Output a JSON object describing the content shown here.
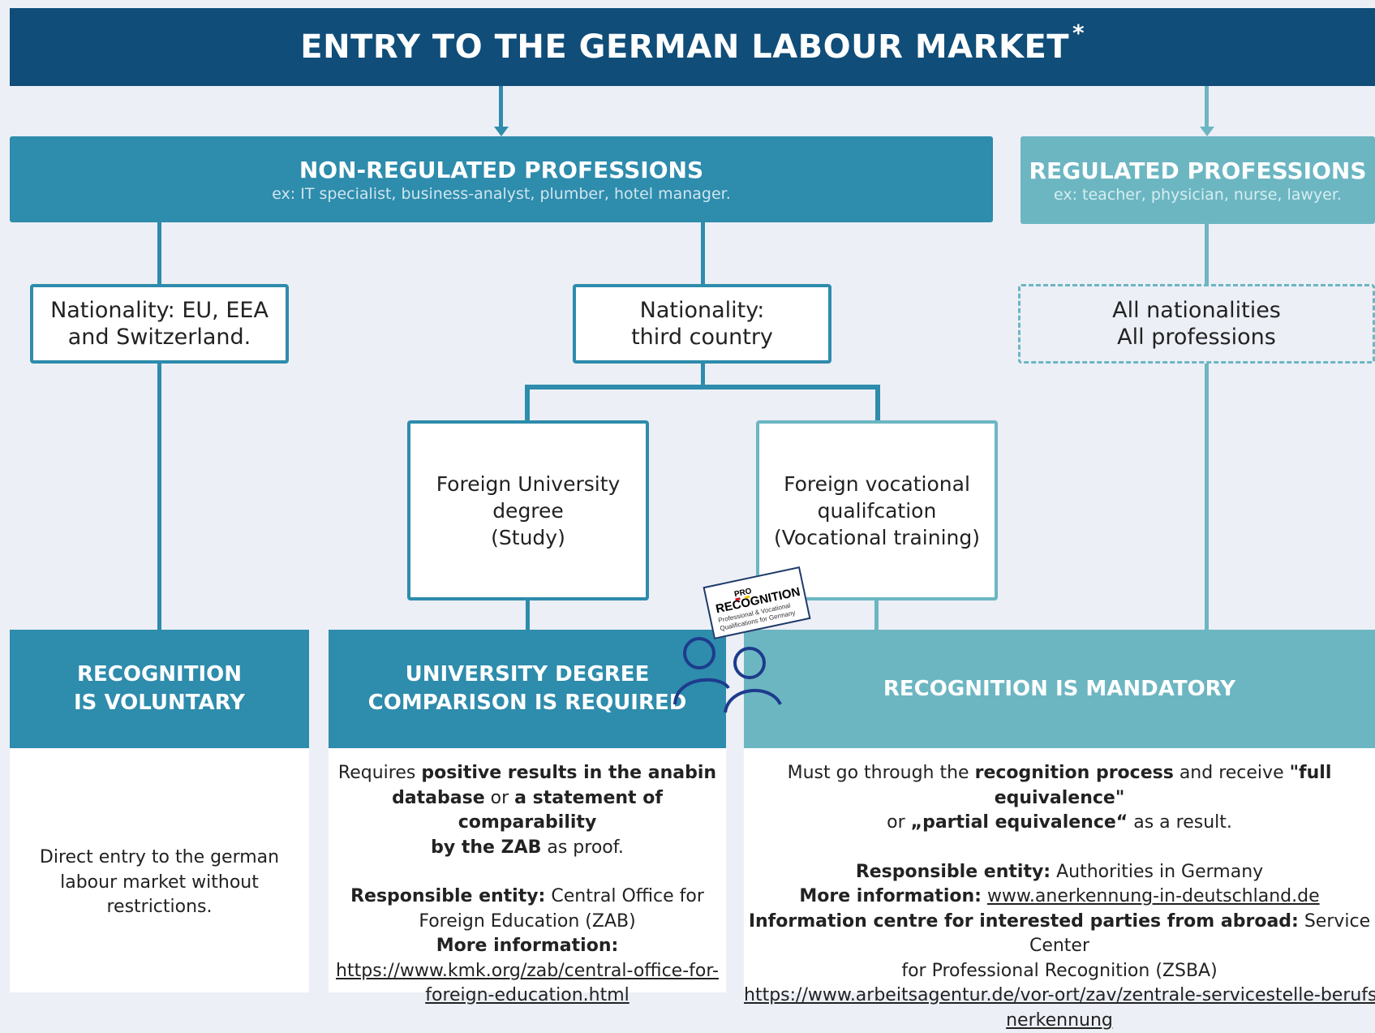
{
  "header": {
    "title": "ENTRY TO THE GERMAN LABOUR MARKET",
    "footnote_mark": "*"
  },
  "categories": {
    "non_regulated": {
      "title": "NON-REGULATED PROFESSIONS",
      "examples": "ex: IT specialist, business-analyst, plumber, hotel manager."
    },
    "regulated": {
      "title": "REGULATED PROFESSIONS",
      "examples": "ex: teacher, physician, nurse, lawyer."
    }
  },
  "nodes": {
    "eu_nationality": [
      "Nationality: EU, EEA",
      "and Switzerland."
    ],
    "third_country": [
      "Nationality:",
      "third country"
    ],
    "all_nationalities": [
      "All nationalities",
      "All professions"
    ],
    "university_degree": [
      "Foreign University",
      "degree",
      "(Study)"
    ],
    "vocational": [
      "Foreign vocational",
      "qualifcation",
      "(Vocational training)"
    ]
  },
  "outcomes": {
    "voluntary": {
      "title": [
        "RECOGNITION",
        "IS VOLUNTARY"
      ],
      "body": [
        "Direct entry to the german",
        "labour market without",
        "restrictions."
      ]
    },
    "university": {
      "title": [
        "UNIVERSITY DEGREE",
        "COMPARISON IS REQUIRED"
      ],
      "p1": {
        "a": "Requires ",
        "b": "positive results in the anabin",
        "c": "database",
        "d": " or ",
        "e": "a statement of comparability",
        "f": "by the ZAB",
        "g": " as proof."
      },
      "responsible_label": "Responsible entity:",
      "responsible_value_1": " Central Office for",
      "responsible_value_2": "Foreign Education (ZAB)",
      "more_info_label": "More information:",
      "link": [
        "https://www.kmk.org/zab/central-office-for-",
        "foreign-education.html"
      ]
    },
    "mandatory": {
      "title": "RECOGNITION IS MANDATORY",
      "p1": {
        "a": "Must go through the ",
        "b": "recognition process",
        "c": " and receive ",
        "d": "\"full equivalence\"",
        "e": "or ",
        "f": "„partial equivalence“",
        "g": " as a result."
      },
      "responsible_label": "Responsible entity:",
      "responsible_value": " Authorities in Germany",
      "more_info_label": "More information:",
      "more_info_link": "www.anerkennung-in-deutschland.de",
      "info_centre_label": "Information centre for interested parties from abroad:",
      "info_centre_value_1": " Service Center",
      "info_centre_value_2": "for Professional Recognition (ZSBA)",
      "link": [
        "https://www.arbeitsagentur.de/vor-ort/zav/zentrale-servicestelle-berufsa",
        "nerkennung "
      ]
    }
  },
  "logo": {
    "brand_pro": "PRO",
    "brand_rest": "RECOGNITION",
    "tagline": [
      "Professional & Vocational",
      "Qualifications for Germany"
    ]
  },
  "colors": {
    "dark_navy": "#104d78",
    "teal": "#2e8cac",
    "light_teal": "#6cb6c2",
    "background": "#eceff6"
  }
}
